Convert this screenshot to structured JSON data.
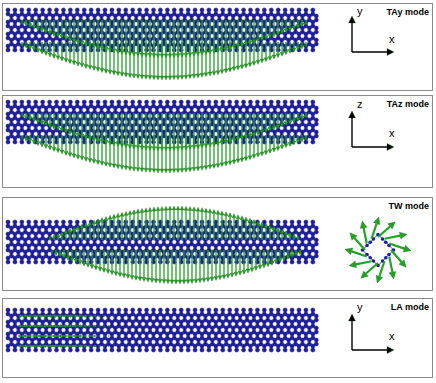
{
  "diagram": {
    "nodes": [
      {
        "text": [
          "TAy mode"
        ]
      },
      {
        "text": [
          "TAz mode"
        ]
      },
      {
        "text": [
          "TW mode"
        ]
      },
      {
        "text": [
          "LA mode"
        ]
      }
    ],
    "labels": [
      "y",
      "x",
      "z",
      "x",
      "y",
      "x"
    ]
  }
}
